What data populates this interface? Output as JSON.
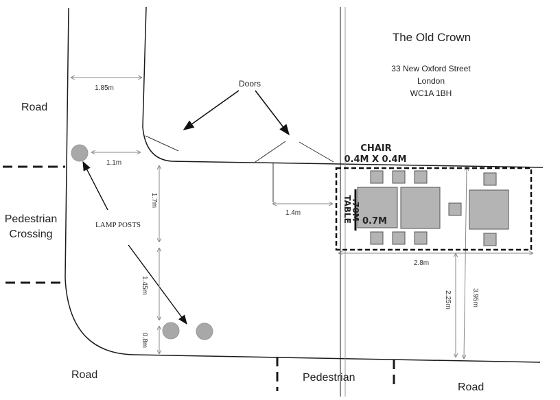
{
  "venue": {
    "name": "The Old Crown",
    "street": "33 New Oxford Street",
    "city": "London",
    "postcode": "WC1A 1BH"
  },
  "labels": {
    "road_left": "Road",
    "road_bottom_left": "Road",
    "road_bottom_right": "Road",
    "pedestrian_crossing_line1": "Pedestrian",
    "pedestrian_crossing_line2": "Crossing",
    "pedestrian_bottom": "Pedestrian",
    "doors": "Doors",
    "lamp_posts": "LAMP POSTS",
    "chair_line1": "CHAIR",
    "chair_line2": "0.4M X 0.4M",
    "table_line1": "TABLE",
    "table_line2": ".70M",
    "table_width": "0.7M"
  },
  "dimensions": {
    "d_185": "1.85m",
    "d_11": "1.1m",
    "d_17": "1.7m",
    "d_14": "1.4m",
    "d_145": "1.45m",
    "d_08": "0.8m",
    "d_28": "2.8m",
    "d_225": "2.25m",
    "d_395": "3.95m"
  },
  "colors": {
    "line": "#1a1a1a",
    "dim_line": "#888888",
    "furniture_fill": "#b4b4b4",
    "lamp_fill": "#a8a8a8"
  }
}
